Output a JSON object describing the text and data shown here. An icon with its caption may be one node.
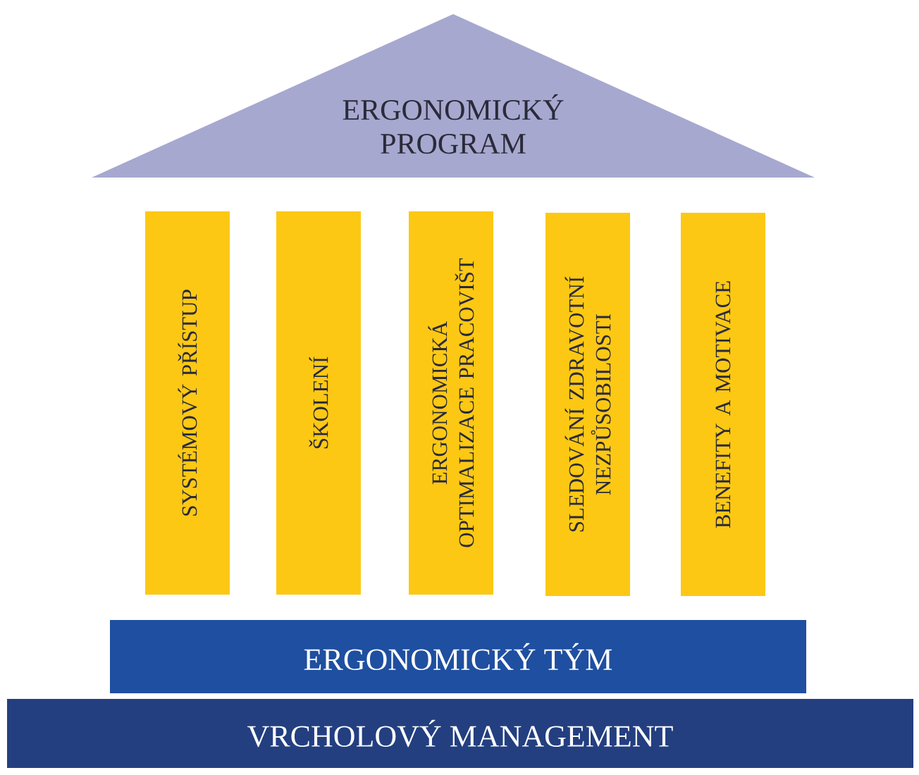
{
  "diagram": {
    "nodes": [
      {
        "text": [
          "ERGONOMICKÝ PROGRAM"
        ]
      },
      {
        "text": [
          "SYSTÉMOVÝ PŘÍSTUP"
        ]
      },
      {
        "text": [
          "ŠKOLENÍ"
        ]
      },
      {
        "text": [
          "ERGONOMICKÁ OPTIMALIZACE PRACOVIŠT"
        ]
      },
      {
        "text": [
          "SLEDOVÁNÍ ZDRAVOTNÍ NEZPŮSOBILOSTI"
        ]
      },
      {
        "text": [
          "BENEFITY A MOTIVACE"
        ]
      },
      {
        "text": [
          "ERGONOMICKÝ TÝM"
        ]
      },
      {
        "text": [
          "VRCHOLOVÝ MANAGEMENT"
        ]
      }
    ]
  }
}
